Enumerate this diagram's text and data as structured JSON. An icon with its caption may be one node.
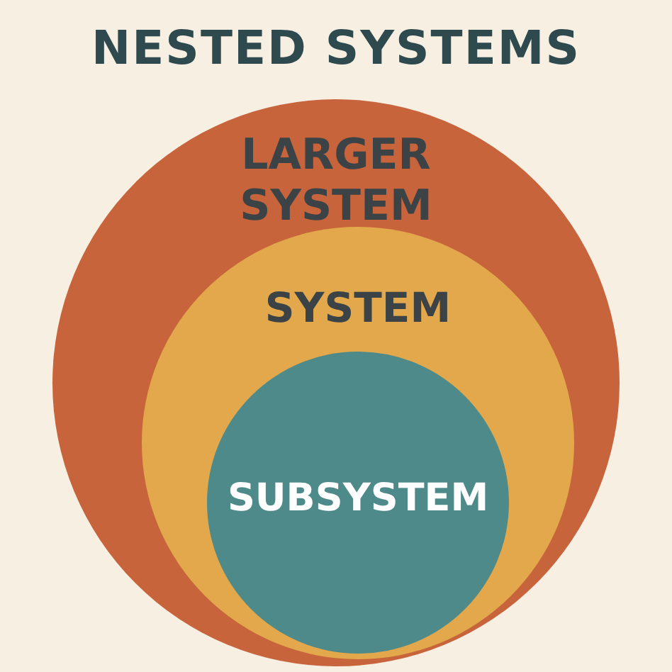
{
  "diagram": {
    "title": "NESTED SYSTEMS",
    "nodes": [
      {
        "text": [
          "LARGER SYSTEM"
        ]
      },
      {
        "text": [
          "SYSTEM"
        ],
        "in": 0
      },
      {
        "text": [
          "SUBSYSTEM"
        ],
        "in": 1
      }
    ]
  }
}
